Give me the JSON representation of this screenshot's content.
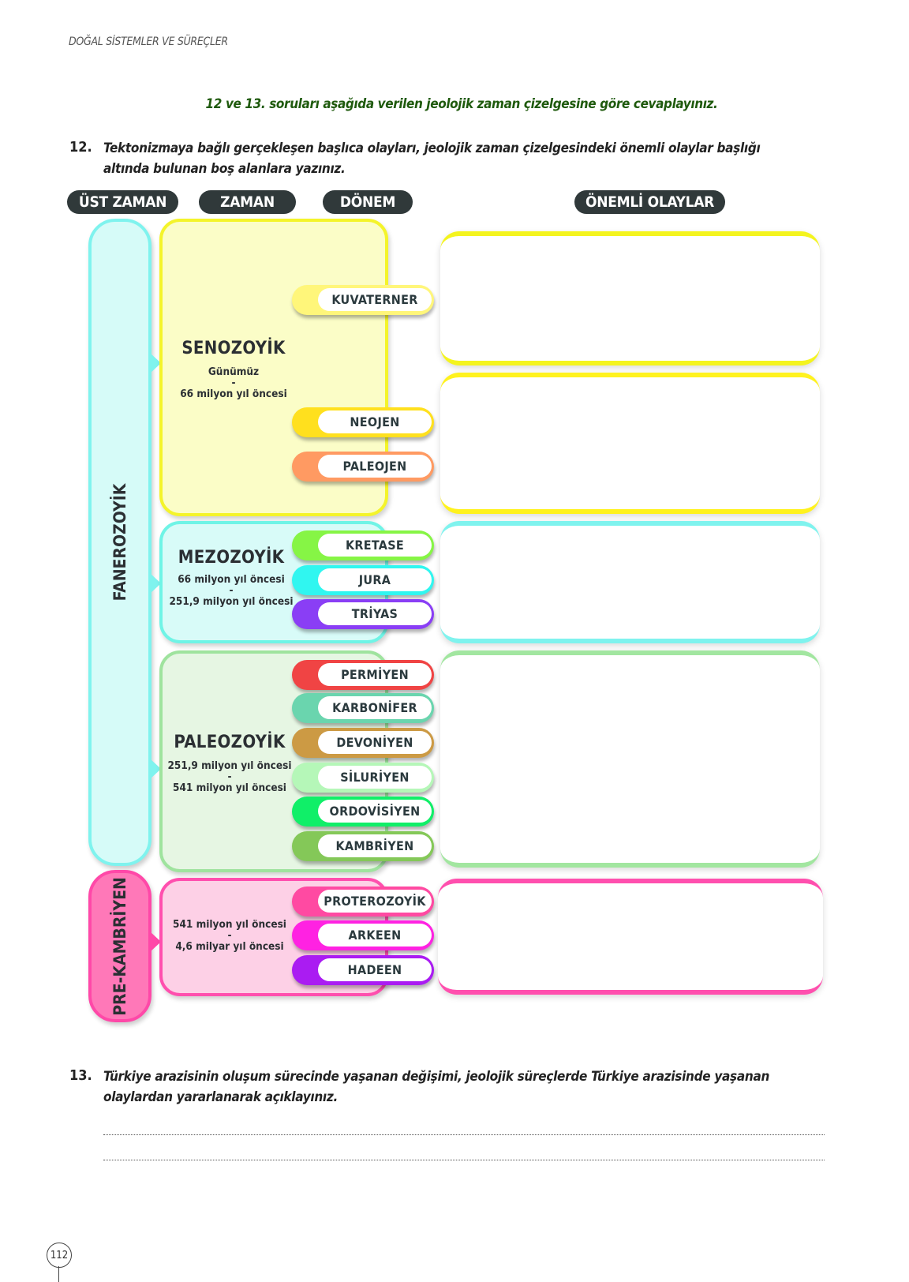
{
  "running_header": "DOĞAL SİSTEMLER VE SÜREÇLER",
  "instruction": "12 ve 13. soruları aşağıda verilen jeolojik zaman çizelgesine göre cevaplayınız.",
  "q12": {
    "number": "12.",
    "line1": "Tektonizmaya bağlı gerçekleşen başlıca olayları, jeolojik zaman çizelgesindeki önemli olaylar başlığı",
    "line2": "altında bulunan boş alanlara yazınız."
  },
  "headers": {
    "ust_zaman": "ÜST ZAMAN",
    "zaman": "ZAMAN",
    "donem": "DÖNEM",
    "onemli_olaylar": "ÖNEMLİ OLAYLAR"
  },
  "ust_zaman": {
    "fanerozoyik": "FANEROZOYİK",
    "prekambriyen": "PRE-KAMBRİYEN"
  },
  "eras": {
    "senozoyik": {
      "title": "SENOZOYİK",
      "from": "Günümüz",
      "dash": "-",
      "to": "66 milyon yıl öncesi"
    },
    "mezozoyik": {
      "title": "MEZOZOYİK",
      "from": "66 milyon yıl öncesi",
      "dash": "-",
      "to": "251,9 milyon yıl öncesi"
    },
    "paleozoyik": {
      "title": "PALEOZOYİK",
      "from": "251,9 milyon yıl öncesi",
      "dash": "-",
      "to": "541 milyon yıl öncesi"
    },
    "prekambriyen": {
      "from": "541 milyon yıl öncesi",
      "dash": "-",
      "to": "4,6 milyar yıl öncesi"
    }
  },
  "periods": [
    {
      "label": "KUVATERNER",
      "color": "#fff67a"
    },
    {
      "label": "NEOJEN",
      "color": "#ffe01e"
    },
    {
      "label": "PALEOJEN",
      "color": "#ff9a62"
    },
    {
      "label": "KRETASE",
      "color": "#86f545"
    },
    {
      "label": "JURA",
      "color": "#30f6f0"
    },
    {
      "label": "TRİYAS",
      "color": "#8a3ef5"
    },
    {
      "label": "PERMİYEN",
      "color": "#f04444"
    },
    {
      "label": "KARBONİFER",
      "color": "#6ad5ae"
    },
    {
      "label": "DEVONİYEN",
      "color": "#cc9a44"
    },
    {
      "label": "SİLURİYEN",
      "color": "#b5f7b8"
    },
    {
      "label": "ORDOVİSİYEN",
      "color": "#10ef68"
    },
    {
      "label": "KAMBRİYEN",
      "color": "#84c858"
    },
    {
      "label": "PROTEROZOYİK",
      "color": "#ff4aa2"
    },
    {
      "label": "ARKEEN",
      "color": "#ff22e2"
    },
    {
      "label": "HADEEN",
      "color": "#aa1cf2"
    }
  ],
  "q13": {
    "number": "13.",
    "line1": "Türkiye arazisinin oluşum sürecinde yaşanan değişimi, jeolojik süreçlerde Türkiye arazisinde yaşanan",
    "line2": "olaylardan yararlanarak açıklayınız."
  },
  "page_number": "112"
}
